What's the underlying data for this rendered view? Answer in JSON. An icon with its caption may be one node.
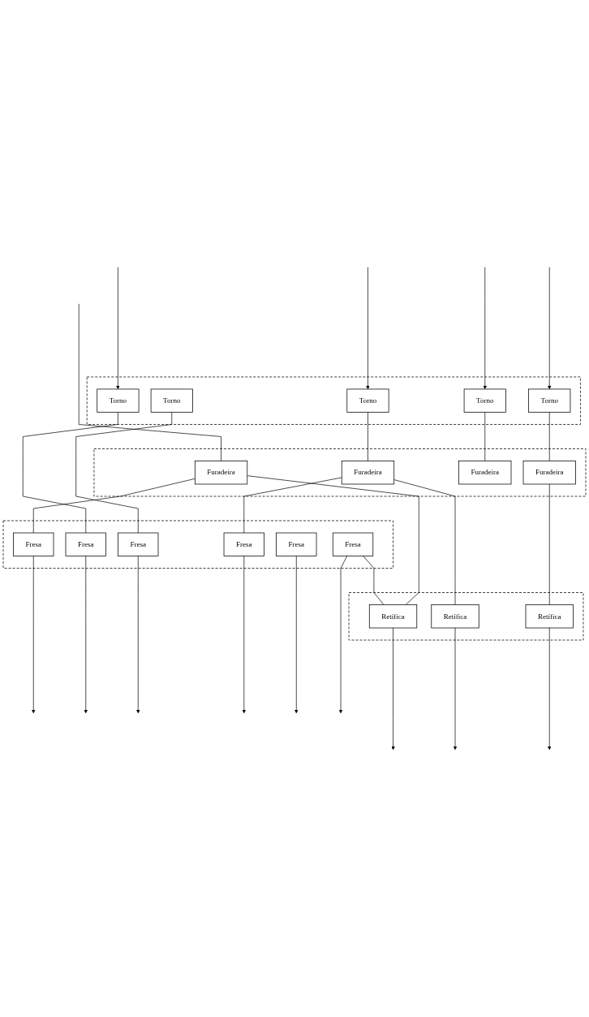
{
  "diagram": {
    "nodes": [
      {
        "text": [],
        "shape": "box"
      },
      {
        "text": [
          "Torno"
        ],
        "in": 0
      },
      {
        "text": [
          "Torno"
        ],
        "in": 0
      },
      {
        "text": [
          "Torno"
        ],
        "in": 0
      },
      {
        "text": [
          "Torno"
        ],
        "in": 0
      },
      {
        "text": [
          "Torno"
        ],
        "in": 0
      },
      {
        "text": [],
        "shape": "box"
      },
      {
        "text": [
          "Furadeira"
        ],
        "in": 6
      },
      {
        "text": [
          "Furadeira"
        ],
        "in": 6
      },
      {
        "text": [
          "Furadeira"
        ],
        "in": 6
      },
      {
        "text": [
          "Furadeira"
        ],
        "in": 6
      },
      {
        "text": [],
        "shape": "box"
      },
      {
        "text": [
          "Fresa"
        ],
        "in": 11
      },
      {
        "text": [
          "Fresa"
        ],
        "in": 11
      },
      {
        "text": [
          "Fresa"
        ],
        "in": 11
      },
      {
        "text": [
          "Fresa"
        ],
        "in": 11
      },
      {
        "text": [
          "Fresa"
        ],
        "in": 11
      },
      {
        "text": [
          "Fresa"
        ],
        "in": 11
      },
      {
        "text": [],
        "shape": "box"
      },
      {
        "text": [
          "Retífica"
        ],
        "in": 18
      },
      {
        "text": [
          "Retífica"
        ],
        "in": 18
      },
      {
        "text": [
          "Retífica"
        ],
        "in": 18
      }
    ],
    "edges": [
      {
        "from": null,
        "to": 1,
        "arrow": "to"
      },
      {
        "from": null,
        "to": 2,
        "arrow": "to"
      },
      {
        "from": null,
        "to": 3,
        "arrow": "to"
      },
      {
        "from": null,
        "to": 4,
        "arrow": "to"
      },
      {
        "from": 1,
        "to": 8,
        "arrow": "none"
      },
      {
        "from": 2,
        "to": 9,
        "arrow": "none"
      },
      {
        "from": 3,
        "to": 10,
        "arrow": "none"
      },
      {
        "from": 4,
        "to": 13,
        "arrow": "none"
      },
      {
        "from": 5,
        "to": 14,
        "arrow": "none"
      },
      {
        "from": null,
        "to": 7,
        "arrow": "none"
      },
      {
        "from": 7,
        "to": 19,
        "arrow": "none"
      },
      {
        "from": 7,
        "to": 12,
        "arrow": "none"
      },
      {
        "from": 8,
        "to": 17,
        "arrow": "none"
      },
      {
        "from": 8,
        "to": 20,
        "arrow": "none"
      },
      {
        "from": 10,
        "to": 21,
        "arrow": "none"
      },
      {
        "from": 16,
        "to": 19,
        "arrow": "none"
      },
      {
        "from": 12,
        "to": null,
        "arrow": "to"
      },
      {
        "from": 13,
        "to": null,
        "arrow": "to"
      },
      {
        "from": 14,
        "to": null,
        "arrow": "to"
      },
      {
        "from": 17,
        "to": null,
        "arrow": "to"
      },
      {
        "from": 15,
        "to": null,
        "arrow": "to"
      },
      {
        "from": 16,
        "to": null,
        "arrow": "to"
      },
      {
        "from": 19,
        "to": null,
        "arrow": "to"
      },
      {
        "from": 20,
        "to": null,
        "arrow": "to"
      },
      {
        "from": 21,
        "to": null,
        "arrow": "to"
      }
    ]
  }
}
